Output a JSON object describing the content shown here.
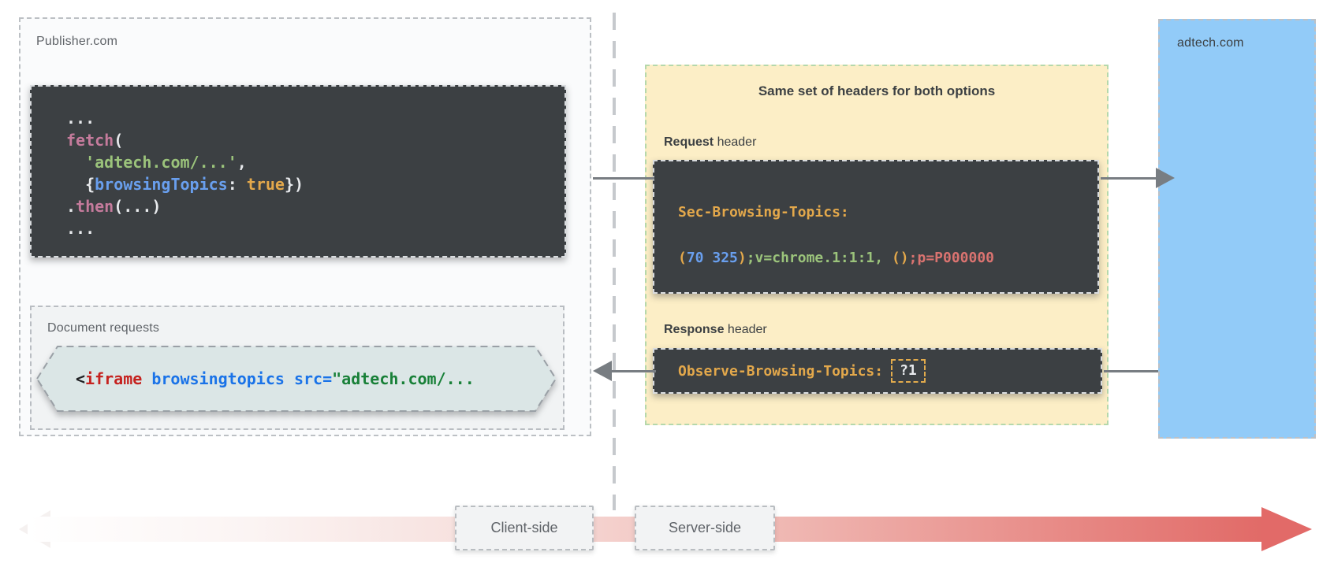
{
  "colors": {
    "code": {
      "white": "#e8eaed",
      "pink": "#c57b9c",
      "green": "#9bc37b",
      "blue": "#699fee",
      "yellow": "#e3a84b",
      "salmon": "#da7370",
      "dark": "#202124",
      "red": "#c5221f",
      "link_blue": "#1a73e8",
      "str_green": "#188038"
    },
    "panel_yellow": "#fceec6",
    "adtech_blue": "#92cbf8",
    "arrow_gray": "#787d82",
    "timeline_red": "#e16a67"
  },
  "publisher": {
    "label": "Publisher.com",
    "fetch_code_lines": [
      [
        {
          "t": "...",
          "c": "white"
        }
      ],
      [
        {
          "t": "fetch",
          "c": "pink"
        },
        {
          "t": "(",
          "c": "white"
        }
      ],
      [
        {
          "t": "  ",
          "c": "white"
        },
        {
          "t": "'adtech.com/...'",
          "c": "green"
        },
        {
          "t": ",",
          "c": "white"
        }
      ],
      [
        {
          "t": "  {",
          "c": "white"
        },
        {
          "t": "browsingTopics",
          "c": "blue"
        },
        {
          "t": ": ",
          "c": "white"
        },
        {
          "t": "true",
          "c": "yellow"
        },
        {
          "t": "})",
          "c": "white"
        }
      ],
      [
        {
          "t": ".",
          "c": "white"
        },
        {
          "t": "then",
          "c": "pink"
        },
        {
          "t": "(...)",
          "c": "white"
        }
      ],
      [
        {
          "t": "...",
          "c": "white"
        }
      ]
    ],
    "document_requests": {
      "label": "Document requests",
      "iframe_code_tokens": [
        {
          "t": "<",
          "c": "dark"
        },
        {
          "t": "iframe",
          "c": "red"
        },
        {
          "t": " ",
          "c": "dark"
        },
        {
          "t": "browsingtopics",
          "c": "link_blue"
        },
        {
          "t": " ",
          "c": "dark"
        },
        {
          "t": "src=",
          "c": "link_blue"
        },
        {
          "t": "\"adtech.com/...",
          "c": "str_green"
        }
      ]
    }
  },
  "headers_panel": {
    "title": "Same set of headers for both options",
    "request_label_strong": "Request",
    "request_label_rest": " header",
    "request_code_name": [
      {
        "t": "Sec-Browsing-Topics:",
        "c": "yellow"
      }
    ],
    "request_code_value": [
      {
        "t": "(",
        "c": "yellow"
      },
      {
        "t": "70 325",
        "c": "blue"
      },
      {
        "t": ")",
        "c": "yellow"
      },
      {
        "t": ";v=chrome.1:1:1,",
        "c": "green"
      },
      {
        "t": " ",
        "c": "white"
      },
      {
        "t": "()",
        "c": "yellow"
      },
      {
        "t": ";p=P000000",
        "c": "salmon"
      }
    ],
    "response_label_strong": "Response",
    "response_label_rest": " header",
    "response_code_name": [
      {
        "t": "Observe-Browsing-Topics:",
        "c": "yellow"
      }
    ],
    "response_badge": "?1"
  },
  "adtech": {
    "label": "adtech.com"
  },
  "timeline": {
    "client": "Client-side",
    "server": "Server-side"
  }
}
